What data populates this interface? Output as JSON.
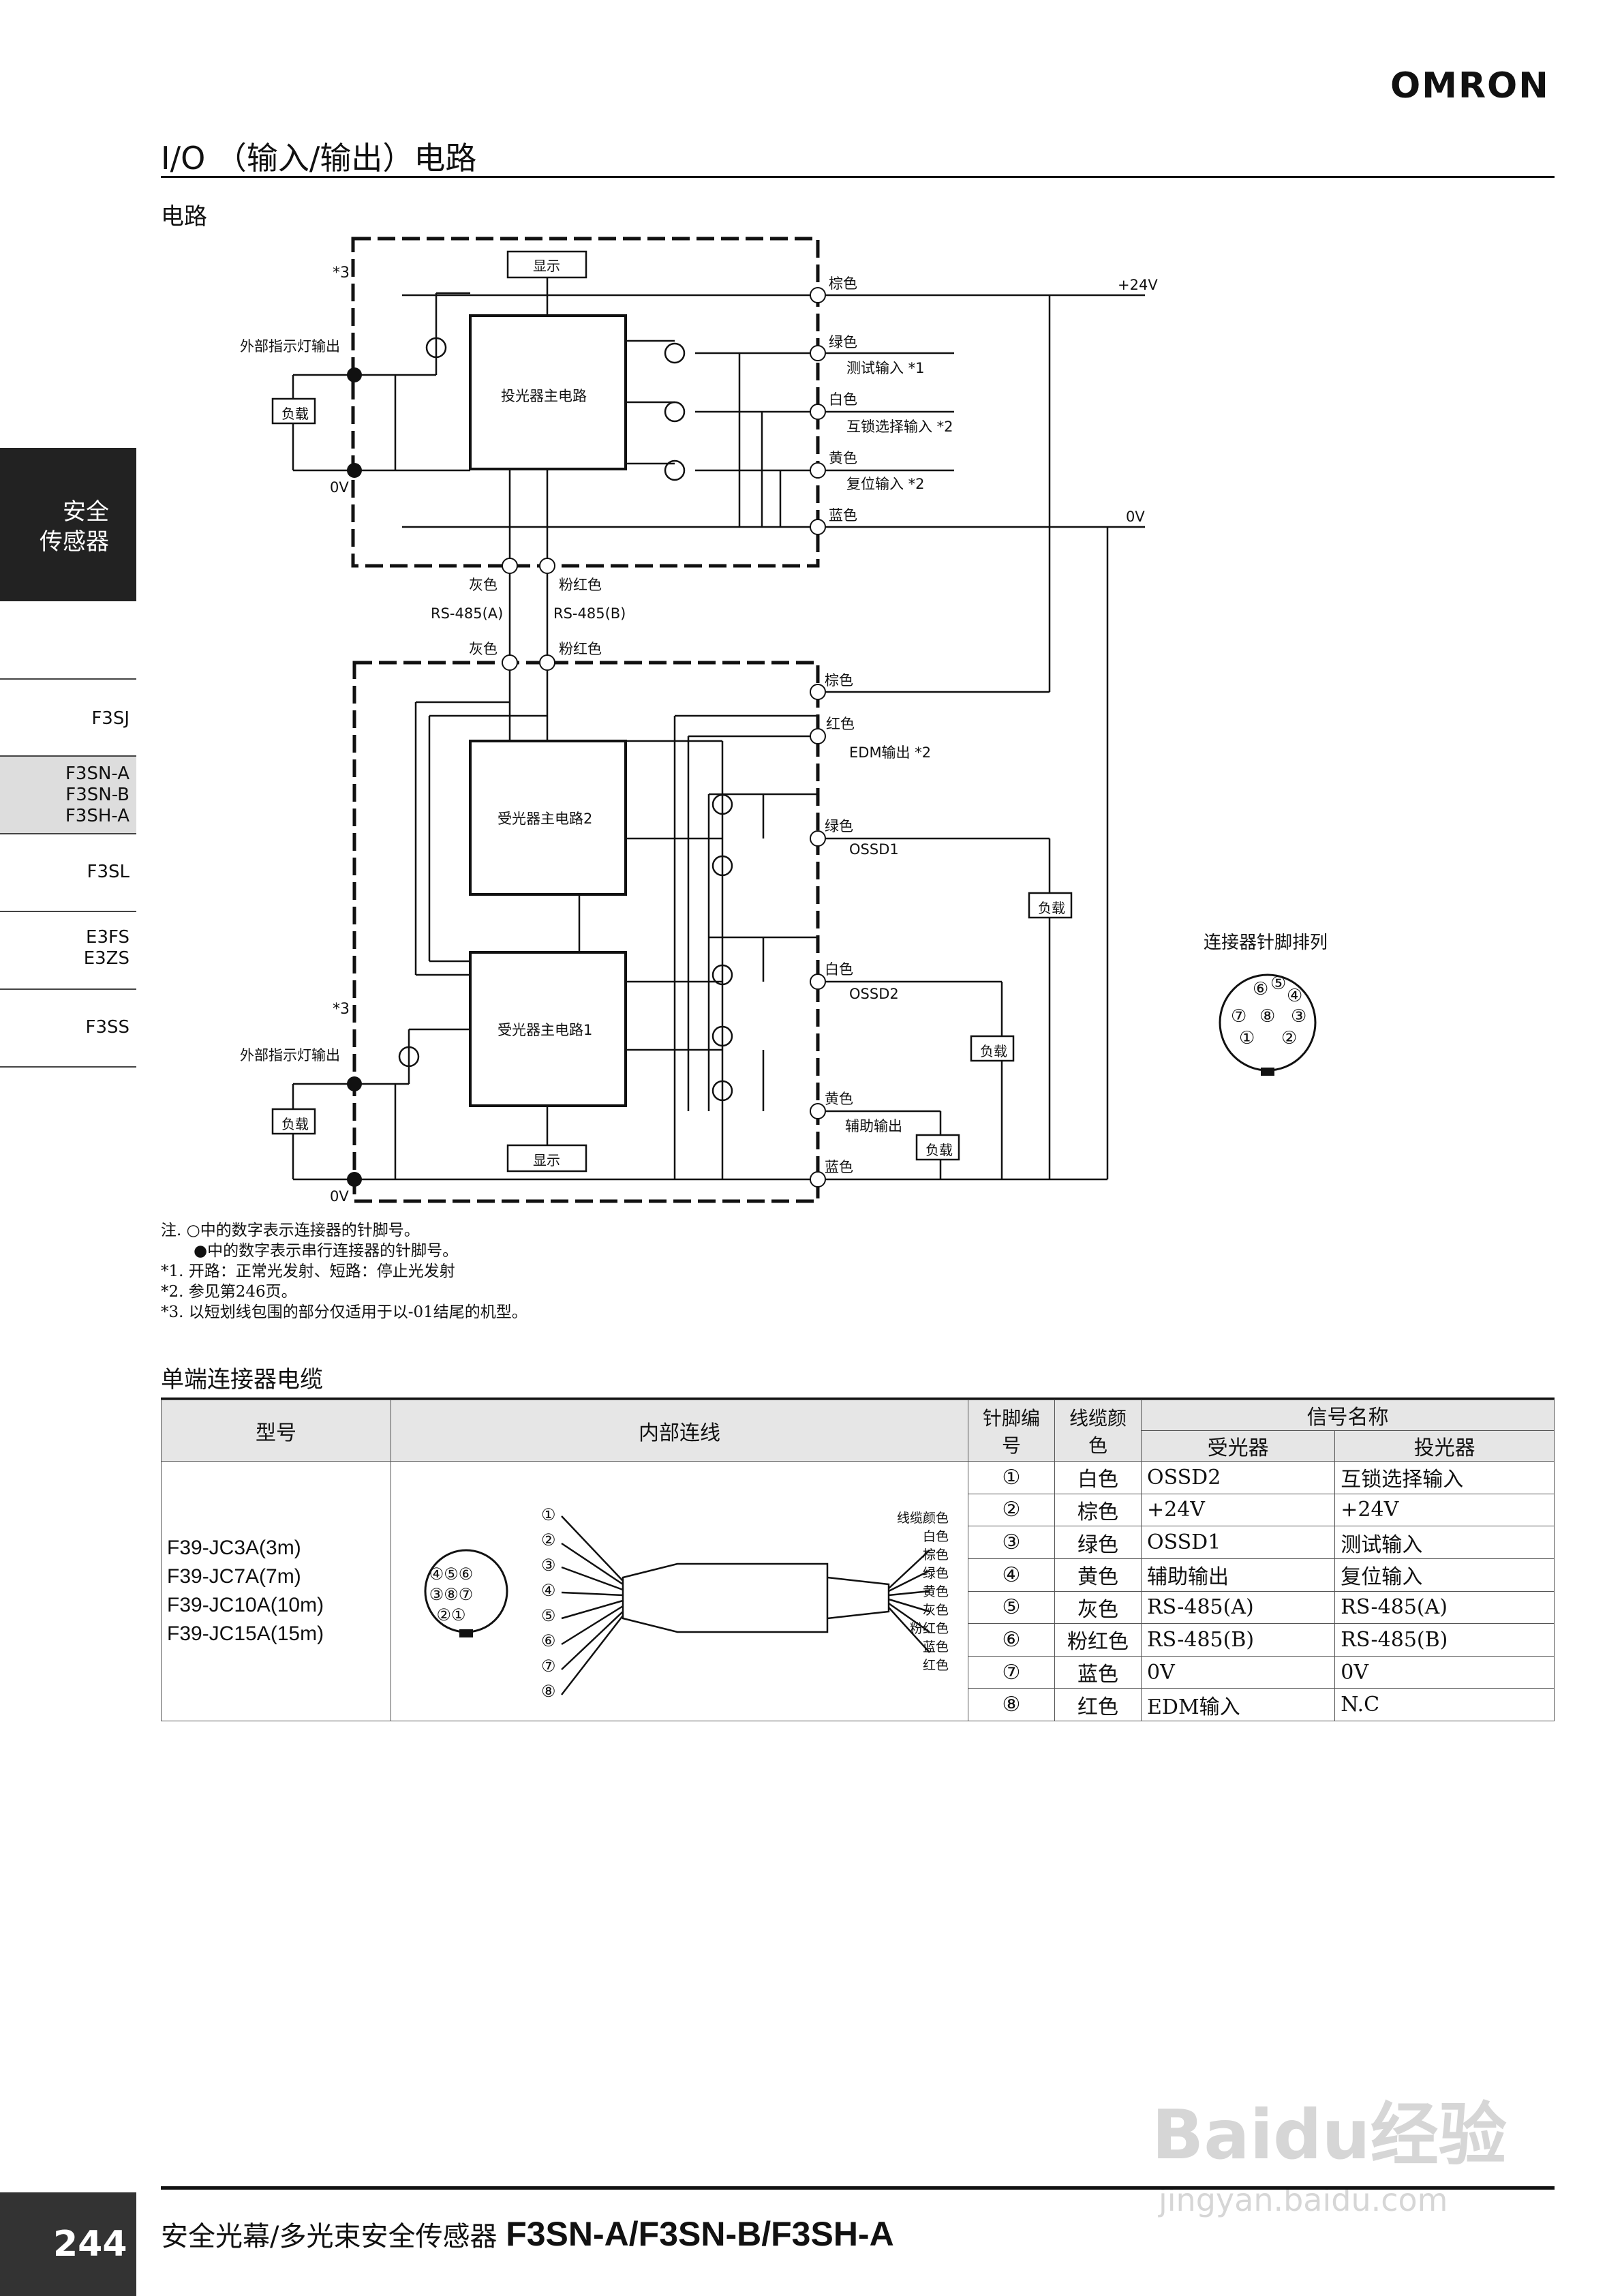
{
  "brand": "OMRON",
  "title": "I/O （输入/输出）电路",
  "circuit_heading": "电路",
  "sidebar": {
    "active": [
      "安全",
      "传感器"
    ],
    "items": [
      {
        "lines": [
          "F3SJ"
        ]
      },
      {
        "lines": [
          "F3SN-A",
          "F3SN-B",
          "F3SH-A"
        ]
      },
      {
        "lines": [
          "F3SL"
        ]
      },
      {
        "lines": [
          "E3FS",
          "E3ZS"
        ]
      },
      {
        "lines": [
          "F3SS"
        ]
      }
    ]
  },
  "diagram": {
    "emitter_circuit": "投光器主电路",
    "receiver_circuit_2": "受光器主电路2",
    "receiver_circuit_1": "受光器主电路1",
    "display": "显示",
    "load": "负载",
    "star3": "*3",
    "ext_indicator": "外部指示灯输出",
    "zero_v": "0V",
    "plus24": "+24V",
    "brown": "棕色",
    "green": "绿色",
    "white": "白色",
    "yellow": "黄色",
    "blue": "蓝色",
    "red": "红色",
    "gray": "灰色",
    "pink": "粉红色",
    "test_input": "测试输入 *1",
    "interlock_input": "互锁选择输入 *2",
    "reset_input": "复位输入 *2",
    "rs485a": "RS-485(A)",
    "rs485b": "RS-485(B)",
    "edm_output": "EDM输出 *2",
    "ossd1": "OSSD1",
    "ossd2": "OSSD2",
    "aux_output": "辅助输出",
    "pin_layout_title": "连接器针脚排列",
    "pins": [
      "①",
      "②",
      "③",
      "④",
      "⑤",
      "⑥",
      "⑦",
      "⑧"
    ]
  },
  "notes": [
    "注. ○中的数字表示连接器的针脚号。",
    "●中的数字表示串行连接器的针脚号。",
    "*1. 开路：正常光发射、短路：停止光发射",
    "*2. 参见第246页。",
    "*3. 以短划线包围的部分仅适用于以-01结尾的机型。"
  ],
  "cable_heading": "单端连接器电缆",
  "table": {
    "headers": {
      "model": "型号",
      "wiring": "内部连线",
      "pin": "针脚编号",
      "cable_color": "线缆颜色",
      "signal": "信号名称",
      "receiver": "受光器",
      "emitter": "投光器"
    },
    "models": [
      "F39-JC3A(3m)",
      "F39-JC7A(7m)",
      "F39-JC10A(10m)",
      "F39-JC15A(15m)"
    ],
    "wire_color_title": "线缆颜色",
    "wire_colors": [
      "白色",
      "棕色",
      "绿色",
      "黄色",
      "灰色",
      "粉红色",
      "蓝色",
      "红色"
    ],
    "rows": [
      {
        "pin": "①",
        "color": "白色",
        "receiver": "OSSD2",
        "emitter": "互锁选择输入"
      },
      {
        "pin": "②",
        "color": "棕色",
        "receiver": "+24V",
        "emitter": "+24V"
      },
      {
        "pin": "③",
        "color": "绿色",
        "receiver": "OSSD1",
        "emitter": "测试输入"
      },
      {
        "pin": "④",
        "color": "黄色",
        "receiver": "辅助输出",
        "emitter": "复位输入"
      },
      {
        "pin": "⑤",
        "color": "灰色",
        "receiver": "RS-485(A)",
        "emitter": "RS-485(A)"
      },
      {
        "pin": "⑥",
        "color": "粉红色",
        "receiver": "RS-485(B)",
        "emitter": "RS-485(B)"
      },
      {
        "pin": "⑦",
        "color": "蓝色",
        "receiver": "0V",
        "emitter": "0V"
      },
      {
        "pin": "⑧",
        "color": "红色",
        "receiver": "EDM输入",
        "emitter": "N.C"
      }
    ]
  },
  "footer": {
    "page": "244",
    "title_cn": "安全光幕/多光束安全传感器",
    "title_model": "F3SN-A/F3SN-B/F3SH-A"
  },
  "watermark": {
    "brand": "Baidu经验",
    "url": "jingyan.baidu.com"
  }
}
